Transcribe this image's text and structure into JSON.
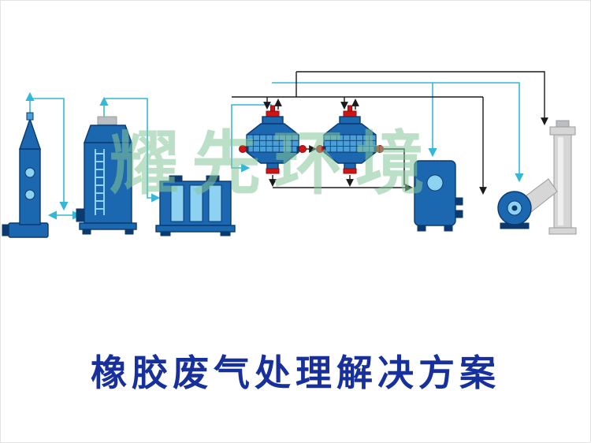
{
  "page": {
    "title": "橡胶废气处理解决方案",
    "watermark": "耀先环境"
  },
  "colors": {
    "flow_line_cyan": "#35b8d8",
    "flow_line_black": "#1a1a1a",
    "equipment_blue": "#1b67b0",
    "equipment_blue_dark": "#0a3a6e",
    "equipment_blue_light": "#8ed2f2",
    "equipment_blue_mid": "#4a9fd8",
    "valve_red": "#d01414",
    "chimney_gray": "#d6d6d6",
    "title_blue": "#18309b",
    "watermark_green": "#86c79b"
  },
  "diagram": {
    "equipment_icons": [
      "spray-tower-icon",
      "packing-scrubber-tower-icon",
      "uv-photolysis-box-icon",
      "activated-carbon-drum-left-icon",
      "activated-carbon-drum-right-icon",
      "water-seal-tank-icon",
      "centrifugal-fan-icon",
      "exhaust-chimney-icon"
    ],
    "flow_line_styles": [
      "cyan-process-line",
      "black-process-line"
    ]
  }
}
